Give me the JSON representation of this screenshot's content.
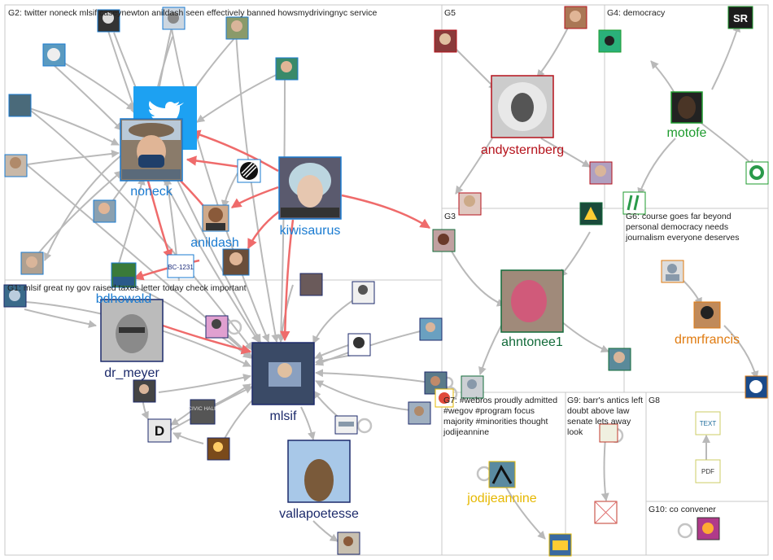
{
  "groups": [
    {
      "id": "G2",
      "label": "G2: twitter noneck mlsif caseynewton anildash seen effectively banned howsmydrivingnyc service"
    },
    {
      "id": "G5",
      "label": "G5"
    },
    {
      "id": "G4",
      "label": "G4: democracy"
    },
    {
      "id": "G3",
      "label": "G3"
    },
    {
      "id": "G6",
      "label": "G6: course goes far beyond personal democracy needs journalism everyone deserves"
    },
    {
      "id": "G1",
      "label": "G1: mlsif great ny gov raised taxes letter today check important"
    },
    {
      "id": "G7",
      "label": "G7: #webros proudly admitted #wegov #program focus majority #minorities thought jodijeannine"
    },
    {
      "id": "G9",
      "label": "G9: barr's antics left doubt above law senate lets away look"
    },
    {
      "id": "G8",
      "label": "G8"
    },
    {
      "id": "G10",
      "label": "G10: co convener"
    }
  ],
  "named_nodes": [
    {
      "id": "noneck",
      "label": "noneck",
      "color": "#1a7bd1"
    },
    {
      "id": "anildash",
      "label": "anildash",
      "color": "#1a7bd1"
    },
    {
      "id": "kiwisaurus",
      "label": "kiwisaurus",
      "color": "#1a7bd1"
    },
    {
      "id": "bdhowald",
      "label": "bdhowald",
      "color": "#1a7bd1"
    },
    {
      "id": "andysternberg",
      "label": "andysternberg",
      "color": "#b5121b"
    },
    {
      "id": "motofe",
      "label": "motofe",
      "color": "#1e9b2e"
    },
    {
      "id": "ahntonee1",
      "label": "ahntonee1",
      "color": "#126b3a"
    },
    {
      "id": "drmrfrancis",
      "label": "drmrfrancis",
      "color": "#e07b10"
    },
    {
      "id": "dr_meyer",
      "label": "dr_meyer",
      "color": "#1c2a6b"
    },
    {
      "id": "mlsif",
      "label": "mlsif",
      "color": "#1c2a6b"
    },
    {
      "id": "vallapoetesse",
      "label": "vallapoetesse",
      "color": "#1c2a6b"
    },
    {
      "id": "jodijeannine",
      "label": "jodijeannine",
      "color": "#e6b800"
    }
  ],
  "icons": {
    "twitter_logo": "twitter-bird-icon",
    "civic_hall": "CIVIC HALL",
    "sr_logo": "SR",
    "d_logo": "D",
    "text_logo": "TEXT",
    "pdf_logo": "PDF",
    "plate": "BC-1231"
  },
  "colors": {
    "edge": "#b9b9b9",
    "edge_highlight": "#ef6b6b",
    "grid": "#c8c8c8"
  }
}
